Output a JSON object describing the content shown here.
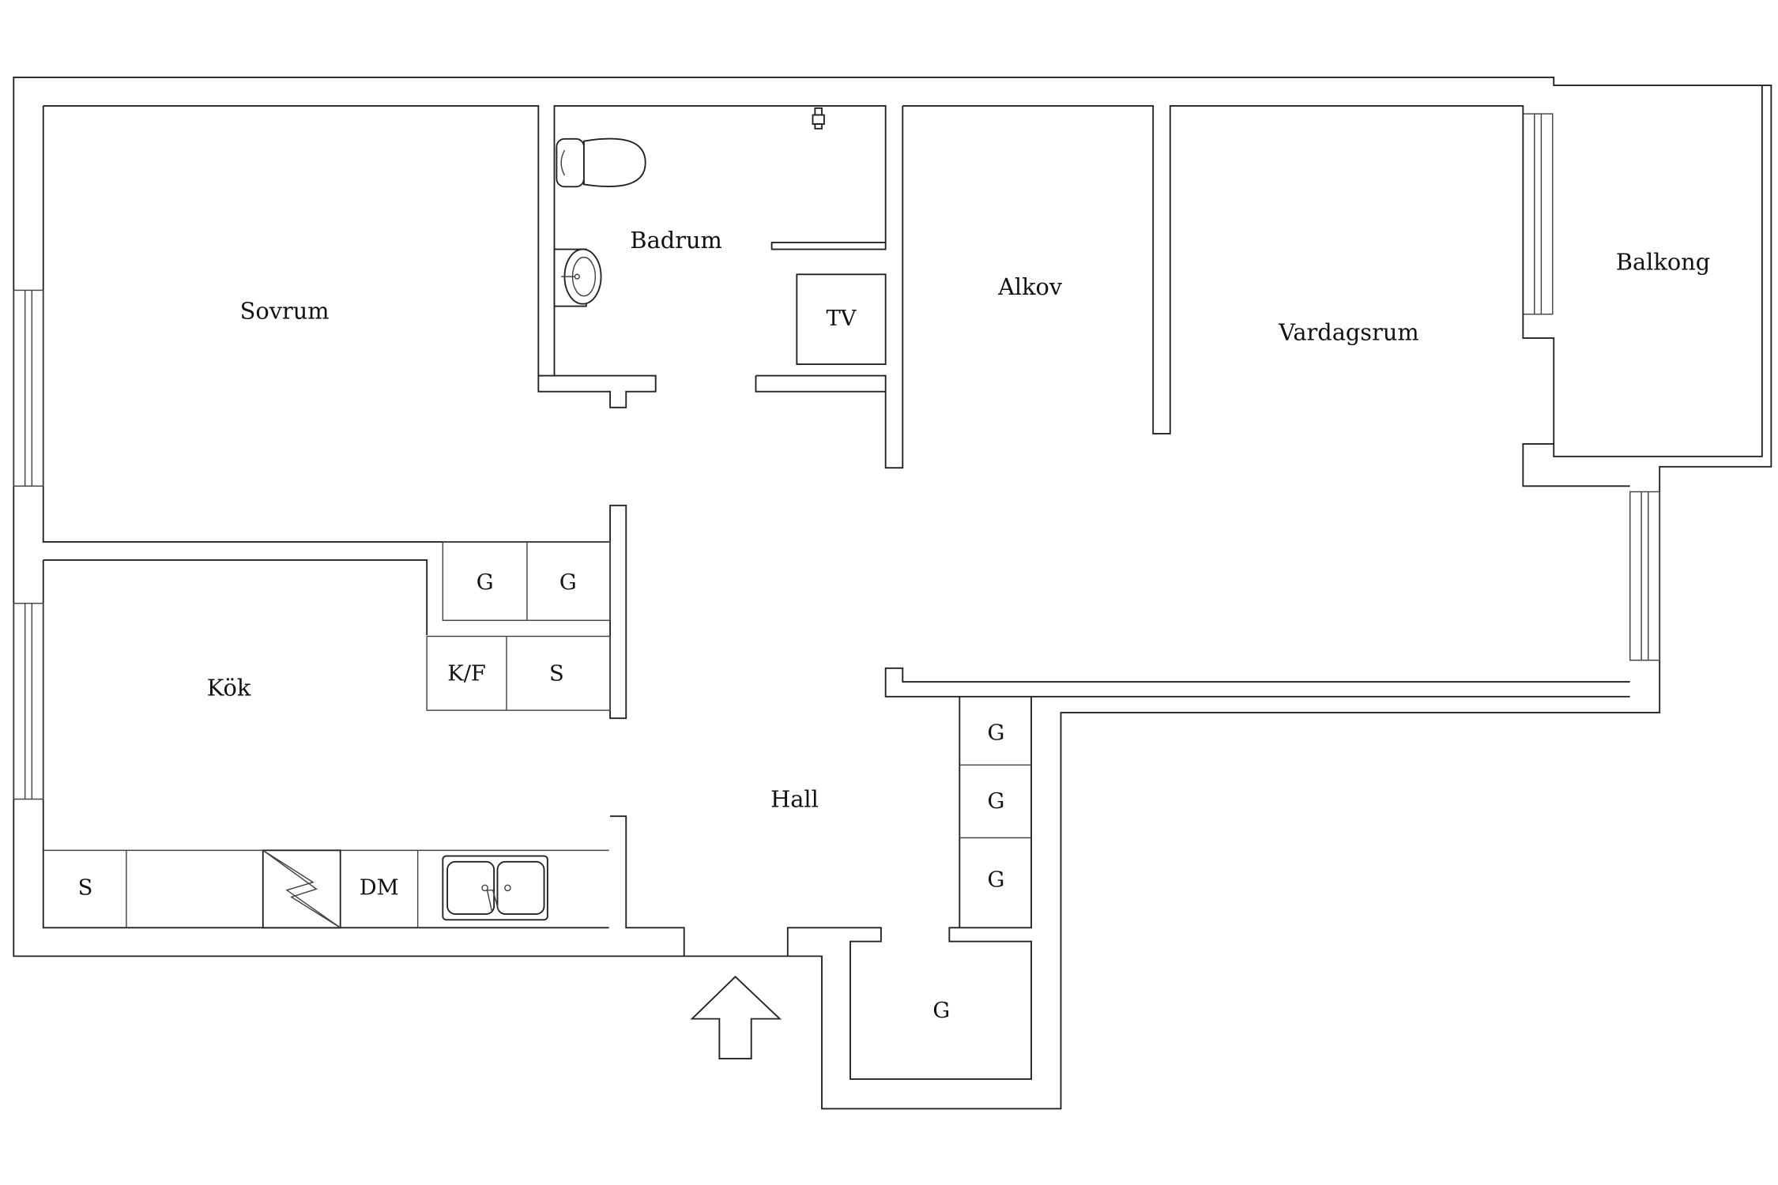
{
  "floor_plan": {
    "rooms": {
      "sovrum": "Sovrum",
      "badrum": "Badrum",
      "alkov": "Alkov",
      "vardagsrum": "Vardagsrum",
      "balkong": "Balkong",
      "kok": "Kök",
      "hall": "Hall"
    },
    "fixtures": {
      "tv": "TV",
      "wardrobe": "G",
      "fridge_freezer": "K/F",
      "cabinet": "S",
      "dishwasher": "DM"
    },
    "icons": {
      "entrance": "entrance-arrow-icon",
      "toilet": "toilet-icon",
      "washbasin": "washbasin-icon",
      "sink": "kitchen-sink-icon",
      "stove": "stove-icon",
      "shower": "shower-head-icon"
    },
    "colors": {
      "line": "#222222",
      "background": "#ffffff"
    }
  }
}
